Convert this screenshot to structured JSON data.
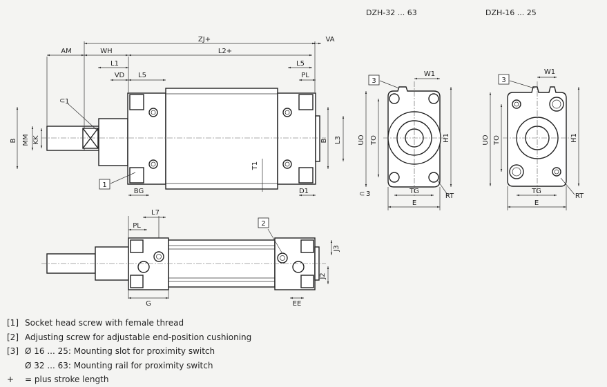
{
  "variants": {
    "large": "DZH-32 ... 63",
    "small": "DZH-16 ... 25"
  },
  "dimensions": {
    "AM": "AM",
    "WH": "WH",
    "ZJ": "ZJ+",
    "VA": "VA",
    "L1": "L1",
    "L2": "L2+",
    "VD": "VD",
    "L5": "L5",
    "PL": "PL",
    "MM": "MM",
    "KK": "KK",
    "B": "B",
    "L3": "L3",
    "T1": "T1",
    "BG": "BG",
    "D1": "D1",
    "L7": "L7",
    "G": "G",
    "J2": "J2",
    "J3": "J3",
    "EE": "EE",
    "W1": "W1",
    "UO": "UO",
    "TO": "TO",
    "H1": "H1",
    "TG": "TG",
    "E": "E",
    "RT": "RT",
    "C1": "1",
    "C3": "3"
  },
  "callouts": {
    "c1": "1",
    "c2": "2",
    "c3": "3"
  },
  "legend": [
    {
      "marker": "[1]",
      "text": "Socket head screw with female thread"
    },
    {
      "marker": "[2]",
      "text": "Adjusting screw for adjustable end-position cushioning"
    },
    {
      "marker": "[3]",
      "text": "Ø 16 ... 25: Mounting slot for proximity switch"
    },
    {
      "marker": "",
      "text": "Ø 32 ... 63: Mounting rail for proximity switch"
    },
    {
      "marker": "+",
      "text": "= plus stroke length"
    }
  ]
}
